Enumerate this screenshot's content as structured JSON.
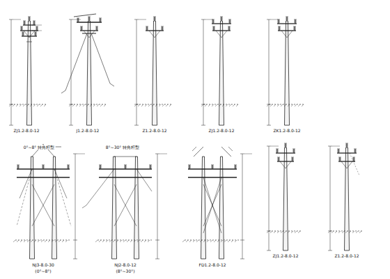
{
  "diagram": {
    "labels": [
      "ZJ1.2-8.0-12",
      "J1.2-8.0-12",
      "Z1.2-8.0-12",
      "ZJ1.2-8.0-12",
      "ZK1.2-8.0-12",
      "0°~8° 转角杆型",
      "8°~30° 转角杆型",
      "NJ3-8.0-30",
      "(0°~8°)",
      "NJ2-8.0-12",
      "(8°~30°)",
      "FD1.2-8.0-12",
      "ZJ1.2-8.0-12",
      "Z1.2-8.0-12"
    ]
  }
}
